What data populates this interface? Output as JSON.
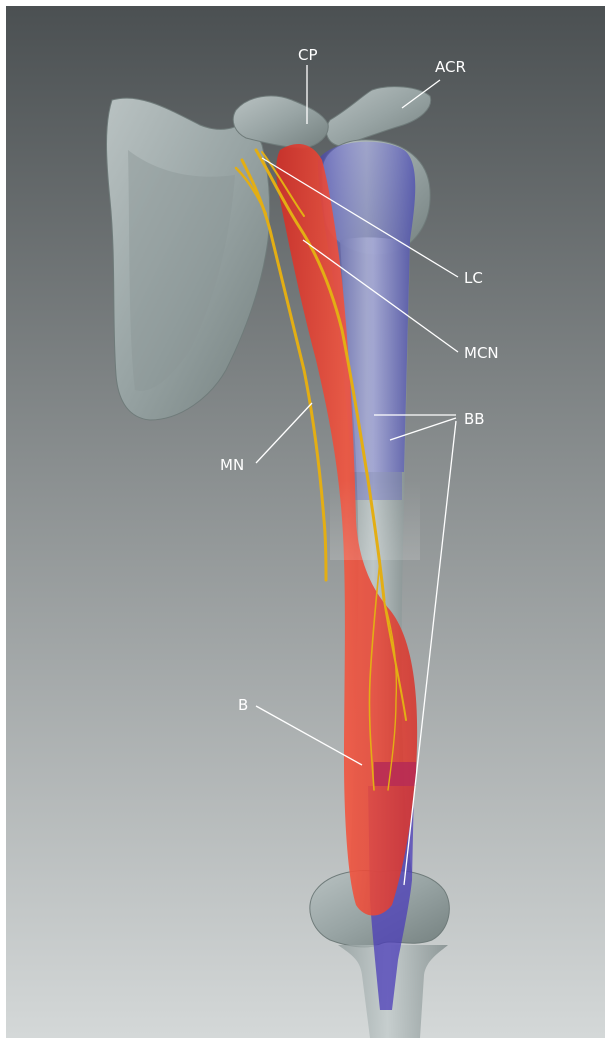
{
  "labels": {
    "cp": "CP",
    "acr": "ACR",
    "lc": "LC",
    "mcn": "MCN",
    "bb": "BB",
    "mn": "MN",
    "b": "B"
  },
  "colors": {
    "background_top": "#4d5254",
    "background_bottom": "#d2d6d6",
    "bone": "#9aa6a6",
    "biceps": "#ea3a2c",
    "brachialis": "#5451c8",
    "nerve": "#e5b117",
    "label_text": "#ffffff"
  }
}
